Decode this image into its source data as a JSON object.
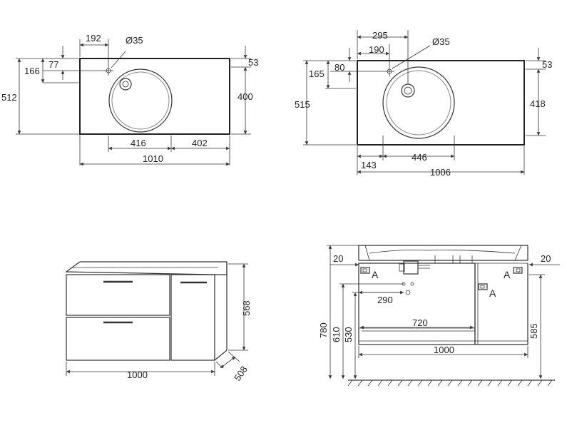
{
  "views": {
    "left_basin": {
      "dims": {
        "top_offset": "192",
        "hole": "Ø35",
        "hole_depth": "77",
        "basin_depth": "166",
        "total_depth": "512",
        "right_depth_top": "53",
        "right_depth": "400",
        "basin_right": "402",
        "basin_width": "416",
        "total_width": "1010"
      }
    },
    "right_basin": {
      "dims": {
        "top_offset_outer": "295",
        "top_offset_inner": "190",
        "hole": "Ø35",
        "hole_depth": "80",
        "basin_depth": "165",
        "total_depth": "515",
        "right_depth_top": "53",
        "right_depth": "418",
        "left_offset": "143",
        "basin_width": "446",
        "total_width": "1006"
      }
    },
    "cabinet": {
      "dims": {
        "height": "568",
        "width": "1000",
        "depth": "508"
      }
    },
    "installation": {
      "dims": {
        "side_left": "20",
        "side_right": "20",
        "offset_290": "290",
        "span_720": "720",
        "width_1000": "1000",
        "h780": "780",
        "h610": "610",
        "h530": "530",
        "h585": "585"
      },
      "markers": {
        "a_left": "A",
        "a_right": "A",
        "a_mid": "A"
      }
    }
  }
}
